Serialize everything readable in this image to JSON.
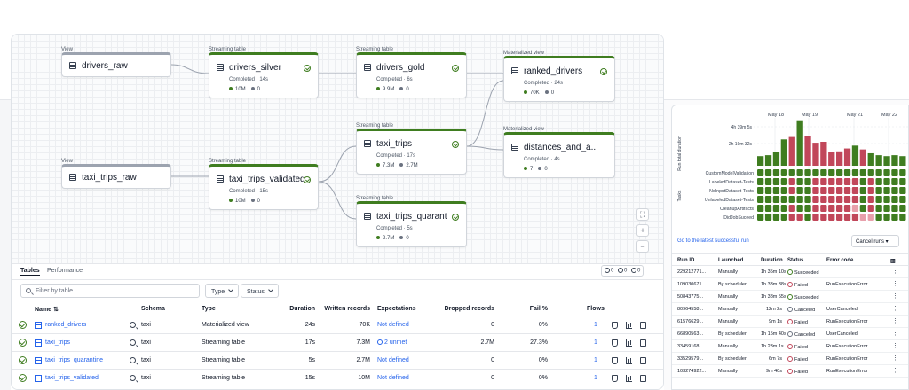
{
  "pipeline": {
    "nodes": [
      {
        "id": "drivers_raw",
        "type": "View",
        "name": "drivers_raw"
      },
      {
        "id": "drivers_silver",
        "type": "Streaming table",
        "name": "drivers_silver",
        "status": "Completed · 14s",
        "m1": "10M",
        "m2": "0"
      },
      {
        "id": "drivers_gold",
        "type": "Streaming table",
        "name": "drivers_gold",
        "status": "Completed · 6s",
        "m1": "9.9M",
        "m2": "0"
      },
      {
        "id": "ranked_drivers",
        "type": "Materialized view",
        "name": "ranked_drivers",
        "status": "Completed · 24s",
        "m1": "70K",
        "m2": "0"
      },
      {
        "id": "taxi_trips_raw",
        "type": "View",
        "name": "taxi_trips_raw"
      },
      {
        "id": "taxi_trips_validated",
        "type": "Streaming table",
        "name": "taxi_trips_validated",
        "status": "Completed · 15s",
        "m1": "10M",
        "m2": "0"
      },
      {
        "id": "taxi_trips",
        "type": "Streaming table",
        "name": "taxi_trips",
        "status": "Completed · 17s",
        "m1": "7.3M",
        "m2": "2.7M"
      },
      {
        "id": "distances",
        "type": "Materialized view",
        "name": "distances_and_a...",
        "status": "Completed · 4s",
        "m1": "7",
        "m2": "0"
      },
      {
        "id": "quarantine",
        "type": "Streaming table",
        "name": "taxi_trips_quarant...",
        "status": "Completed · 5s",
        "m1": "2.7M",
        "m2": "0"
      }
    ],
    "canvas_controls": [
      "⛶",
      "+",
      "−"
    ]
  },
  "table_panel": {
    "tabs": [
      "Tables",
      "Performance"
    ],
    "summary": {
      "a": "0",
      "b": "0",
      "c": "0"
    },
    "filter_placeholder": "Filter by table",
    "type_dropdown": "Type",
    "status_dropdown": "Status",
    "columns": {
      "name": "Name ⇅",
      "schema": "Schema",
      "type": "Type",
      "duration": "Duration",
      "written": "Written records",
      "expectations": "Expectations",
      "dropped": "Dropped records",
      "fail": "Fail %",
      "flows": "Flows"
    },
    "rows": [
      {
        "name": "ranked_drivers",
        "schema": "taxi",
        "type": "Materialized view",
        "duration": "24s",
        "written": "70K",
        "expectations": "Not defined",
        "dropped": "0",
        "fail": "0%",
        "flows": "1"
      },
      {
        "name": "taxi_trips",
        "schema": "taxi",
        "type": "Streaming table",
        "duration": "17s",
        "written": "7.3M",
        "expectations": "2 unmet",
        "dropped": "2.7M",
        "fail": "27.3%",
        "flows": "1"
      },
      {
        "name": "taxi_trips_quarantine",
        "schema": "taxi",
        "type": "Streaming table",
        "duration": "5s",
        "written": "2.7M",
        "expectations": "Not defined",
        "dropped": "0",
        "fail": "0%",
        "flows": "1"
      },
      {
        "name": "taxi_trips_validated",
        "schema": "taxi",
        "type": "Streaming table",
        "duration": "15s",
        "written": "10M",
        "expectations": "Not defined",
        "dropped": "0",
        "fail": "0%",
        "flows": "1"
      }
    ]
  },
  "runs_panel": {
    "y_axis_label": "Run total duration",
    "tasks_axis_label": "Tasks",
    "date_labels": [
      "May 18",
      "May 19",
      "May 21",
      "May 22"
    ],
    "duration_labels": [
      "4h 39m 5s",
      "2h 19m 32s"
    ],
    "bar_heights": [
      0.2,
      0.22,
      0.28,
      0.55,
      0.6,
      0.95,
      0.62,
      0.48,
      0.5,
      0.28,
      0.3,
      0.36,
      0.42,
      0.34,
      0.26,
      0.22,
      0.2,
      0.22,
      0.2
    ],
    "bar_status": [
      "g",
      "g",
      "g",
      "g",
      "r",
      "g",
      "r",
      "r",
      "r",
      "r",
      "r",
      "r",
      "g",
      "r",
      "g",
      "g",
      "g",
      "g",
      "g"
    ],
    "tasks": [
      "CustomModelValidation",
      "LabeledDataset-Tests",
      "NoInputDataset-Tests",
      "UnlabeledDataset-Tests",
      "CleanupArtifacts",
      "DidJobSuceed"
    ],
    "grid": [
      "ggggggggggggggggggg",
      "ggggrggrrrrrrgrgggg",
      "ggggrggrrrrrrgrgggg",
      "gggggggrrrrrrgrgggg",
      "ggggrggrrrrrpgrgggg",
      "ggggrrgrrrrrrppgggg"
    ],
    "colors": {
      "green": "#3f7d20",
      "red": "#c1475a",
      "pink": "#e8a0ab"
    },
    "go_link": "Go to the latest successful run",
    "cancel_runs": "Cancel runs ▾",
    "columns": {
      "run_id": "Run ID",
      "launched": "Launched",
      "duration": "Duration",
      "status": "Status",
      "error": "Error code"
    },
    "runs": [
      {
        "id": "229212771...",
        "launched": "Manually",
        "duration": "1h 35m 10s",
        "status": "Succeeded",
        "error": "",
        "kind": "ok"
      },
      {
        "id": "109030671...",
        "launched": "By scheduler",
        "duration": "1h 33m 38s",
        "status": "Failed",
        "error": "RunExecutionError",
        "kind": "fail"
      },
      {
        "id": "50843775...",
        "launched": "Manually",
        "duration": "1h 38m 55s",
        "status": "Succeeded",
        "error": "",
        "kind": "ok"
      },
      {
        "id": "80964558...",
        "launched": "Manually",
        "duration": "12m 2s",
        "status": "Canceled",
        "error": "UserCanceled",
        "kind": "cancel"
      },
      {
        "id": "61576629...",
        "launched": "Manually",
        "duration": "9m 1s",
        "status": "Failed",
        "error": "RunExecutionError",
        "kind": "fail"
      },
      {
        "id": "66890563...",
        "launched": "By scheduler",
        "duration": "1h 15m 40s",
        "status": "Canceled",
        "error": "UserCanceled",
        "kind": "cancel"
      },
      {
        "id": "33459168...",
        "launched": "Manually",
        "duration": "1h 23m 1s",
        "status": "Failed",
        "error": "RunExecutionError",
        "kind": "fail"
      },
      {
        "id": "33529579...",
        "launched": "By scheduler",
        "duration": "6m 7s",
        "status": "Failed",
        "error": "RunExecutionError",
        "kind": "fail"
      },
      {
        "id": "103274922...",
        "launched": "Manually",
        "duration": "9m 40s",
        "status": "Failed",
        "error": "RunExecutionError",
        "kind": "fail"
      }
    ]
  }
}
